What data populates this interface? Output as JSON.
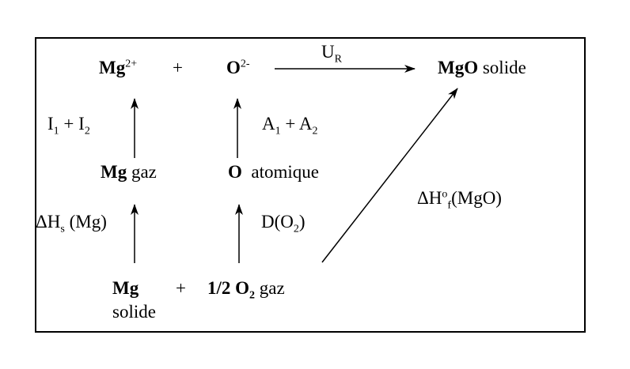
{
  "top_row": {
    "mg_ion": {
      "base": "Mg",
      "sup": "2+"
    },
    "plus": "+",
    "o_ion": {
      "base": "O",
      "sup": "2-"
    },
    "lattice_label": {
      "base": "U",
      "sub": "R"
    },
    "product": {
      "bold": "MgO",
      "rest": " solide"
    }
  },
  "middle_row": {
    "mg_gas": {
      "bold": "Mg",
      "rest": " gaz"
    },
    "o_atomic": {
      "bold": "O",
      "rest": "  atomique"
    }
  },
  "bottom_row": {
    "mg": "Mg",
    "mg_state": "solide",
    "plus": "+",
    "o2": {
      "bold_a": "1/2 O",
      "sub": "2",
      "rest": " gaz"
    }
  },
  "labels": {
    "ionization": {
      "i1": "I",
      "s1": "1",
      "plus": " + ",
      "i2": "I",
      "s2": "2"
    },
    "affinity": {
      "a1": "A",
      "s1": "1",
      "plus": " + ",
      "a2": "A",
      "s2": "2"
    },
    "sublimation": {
      "pre": "ΔH",
      "sub": "s",
      "post": " (Mg)"
    },
    "dissociation": {
      "pre": "D(O",
      "sub": "2",
      "post": ")"
    },
    "formation": {
      "pre": "ΔH",
      "sup": "o",
      "sub": "f",
      "post": "(MgO)"
    }
  }
}
